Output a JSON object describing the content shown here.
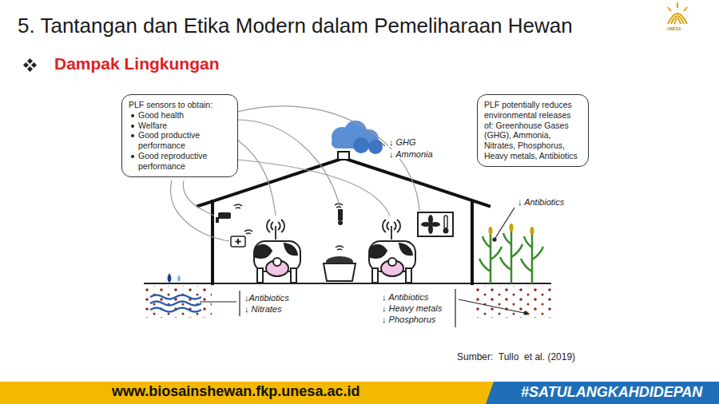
{
  "diagram": {
    "title": "5. Tantangan dan Etika Modern dalam Pemeliharaan Hewan",
    "nodes": [
      {
        "text": [
          "PLF sensors to obtain:",
          "Good health",
          "Welfare",
          "Good productive performance",
          "Good reproductive performance"
        ]
      },
      {
        "text": [
          "PLF potentially reduces environmental releases of: Greenhouse Gases (GHG), Ammonia, Nitrates, Phosphorus, Heavy metals, Antibiotics"
        ]
      }
    ],
    "labels": [
      "Dampak Lingkungan",
      "↓ GHG",
      "↓ Ammonia",
      "↓ Antibiotics",
      "↓Antibiotics",
      "↓ Nitrates",
      "↓ Antibiotics",
      "↓ Heavy metals",
      "↓ Phosphorus",
      "Sumber:  Tullo  et al. (2019)",
      "www.biosainshewan.fkp.unesa.ac.id",
      "#SATULANGKAHDIDEPAN",
      "UNESA"
    ]
  }
}
